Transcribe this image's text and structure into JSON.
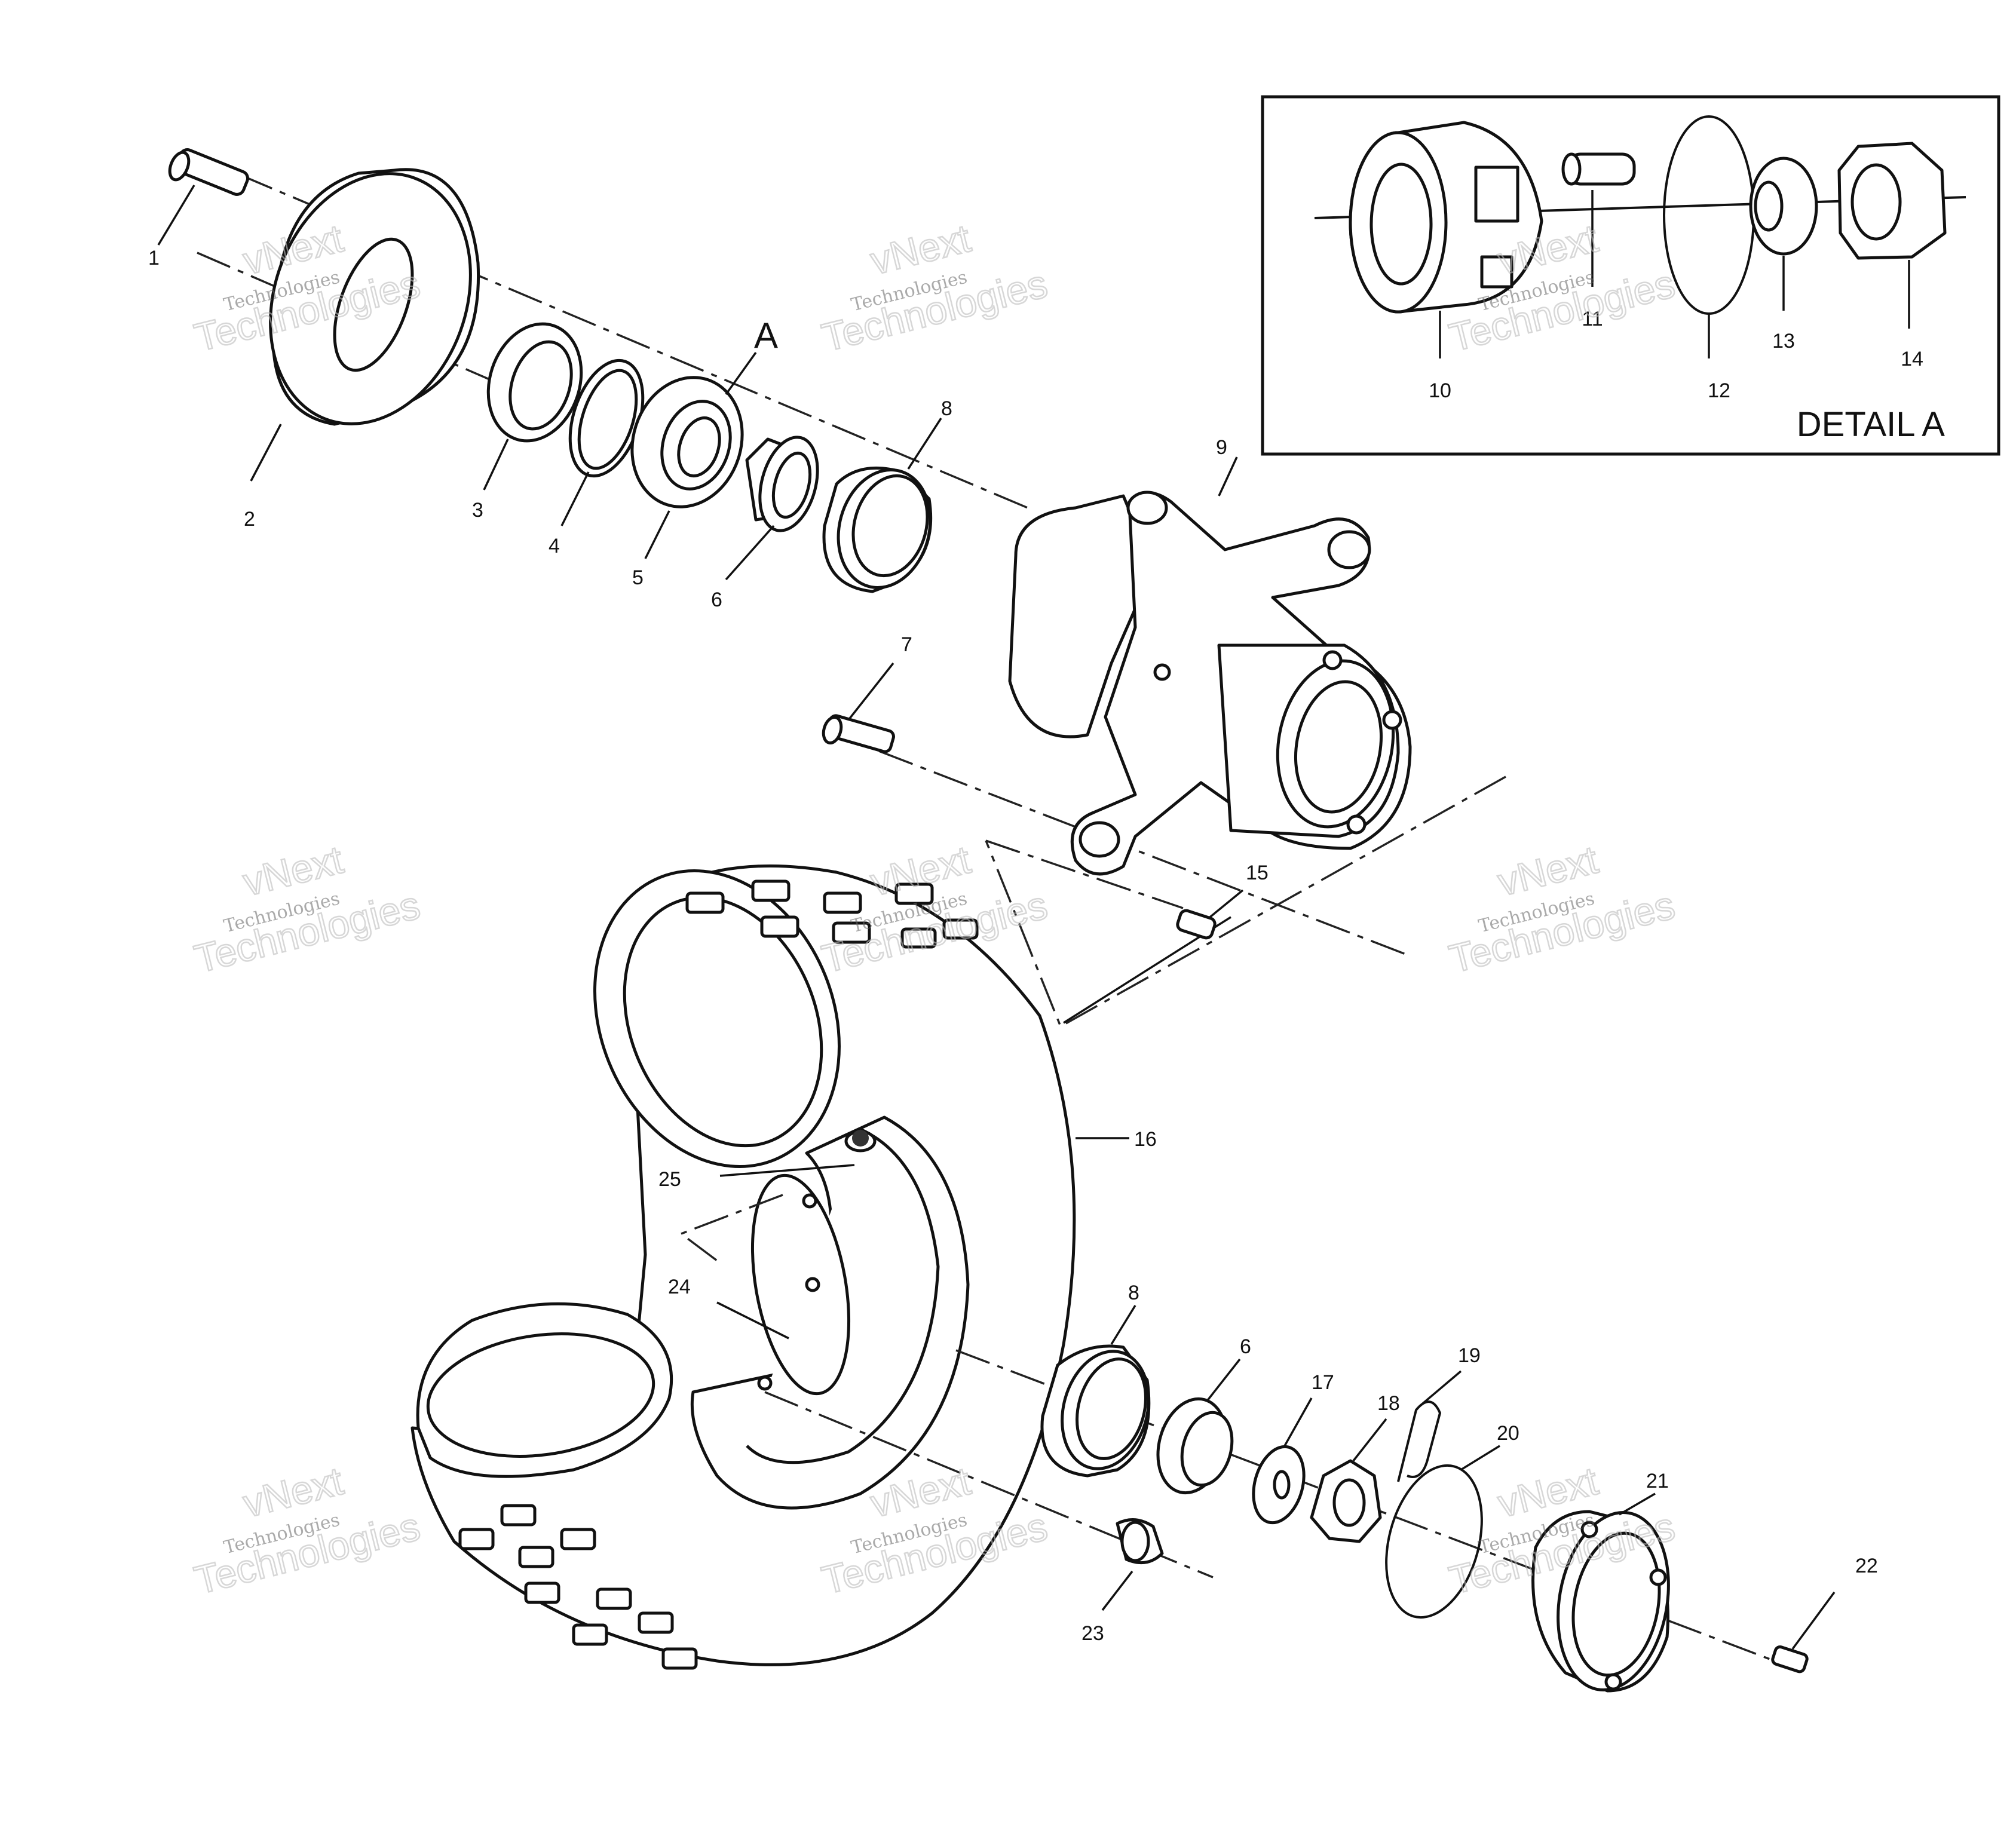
{
  "detail": {
    "title": "DETAIL A",
    "marker": "A"
  },
  "callouts": {
    "c1": "1",
    "c2": "2",
    "c3": "3",
    "c4": "4",
    "c5": "5",
    "c6": "6",
    "c6b": "6",
    "c7": "7",
    "c8": "8",
    "c8b": "8",
    "c9": "9",
    "c10": "10",
    "c11": "11",
    "c12": "12",
    "c13": "13",
    "c14": "14",
    "c15": "15",
    "c16": "16",
    "c17": "17",
    "c18": "18",
    "c19": "19",
    "c20": "20",
    "c21": "21",
    "c22": "22",
    "c23": "23",
    "c24": "24",
    "c25": "25"
  },
  "watermark": {
    "line1": "vNext",
    "line2": "Technologies",
    "line3": "Technologies"
  }
}
